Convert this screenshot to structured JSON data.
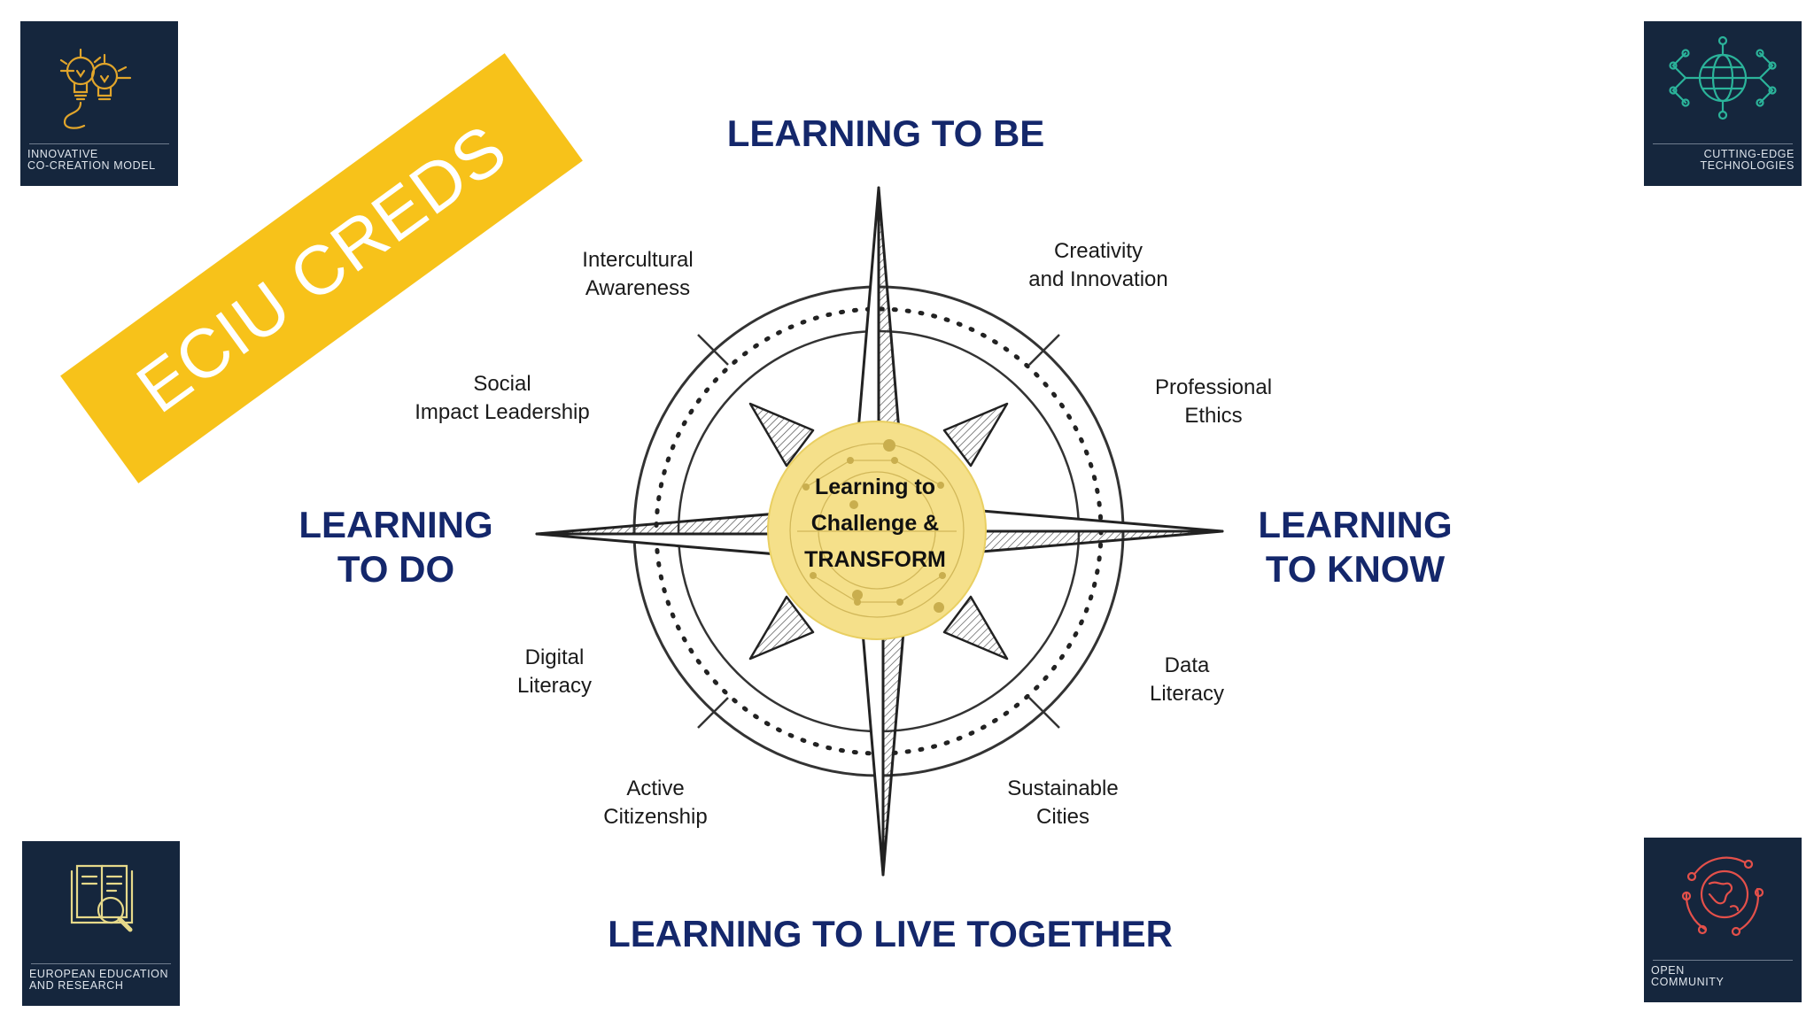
{
  "banner": {
    "text": "ECIU CREDS",
    "color": "#f7c21a"
  },
  "headings": {
    "top": "LEARNING TO BE",
    "left": "LEARNING\nTO DO",
    "right": "LEARNING\nTO KNOW",
    "bottom": "LEARNING TO LIVE TOGETHER"
  },
  "skills": {
    "intercultural": "Intercultural\nAwareness",
    "creativity": "Creativity\nand Innovation",
    "social": "Social\nImpact Leadership",
    "ethics": "Professional\nEthics",
    "digital": "Digital\nLiteracy",
    "data": "Data\nLiteracy",
    "citizenship": "Active\nCitizenship",
    "cities": "Sustainable\nCities"
  },
  "center": {
    "text": "Learning to\nChallenge &\nTRANSFORM",
    "color": "#f5e08a"
  },
  "corners": {
    "top_left": {
      "caption": "INNOVATIVE\nCO-CREATION MODEL",
      "icon": "lightbulbs-icon",
      "accent": "#e1a52b"
    },
    "top_right": {
      "caption": "CUTTING-EDGE\nTECHNOLOGIES",
      "icon": "globe-network-icon",
      "accent": "#2bb39a"
    },
    "bottom_left": {
      "caption": "EUROPEAN EDUCATION\nAND RESEARCH",
      "icon": "book-magnifier-icon",
      "accent": "#e6d98a"
    },
    "bottom_right": {
      "caption": "OPEN\nCOMMUNITY",
      "icon": "earth-orbit-icon",
      "accent": "#e4504a"
    }
  },
  "colors": {
    "heading": "#14276b",
    "card": "#15263d"
  }
}
